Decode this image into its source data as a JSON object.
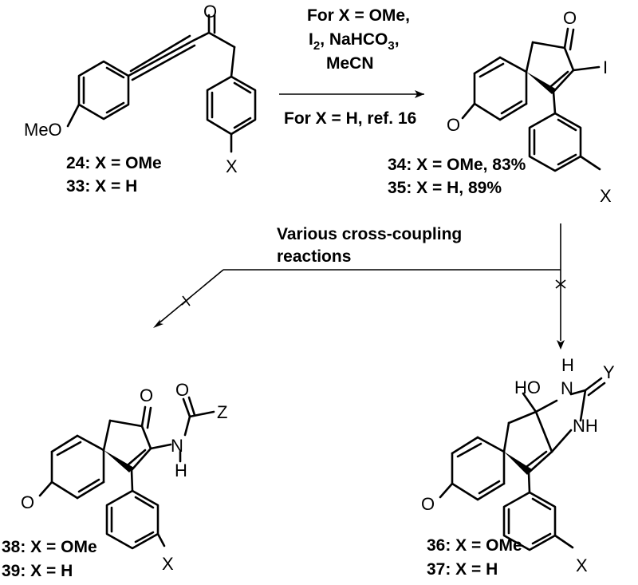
{
  "reaction_conditions": {
    "line1": "For X = OMe,",
    "line2a": "I",
    "line2b": "2",
    "line2c": ", NaHCO",
    "line2d": "3",
    "line2e": ",",
    "line3": "MeCN",
    "line4": "For X = H, ref. 16"
  },
  "cross_coupling": {
    "line1": "Various cross-coupling",
    "line2": "reactions"
  },
  "compounds": {
    "c24": {
      "num": "24",
      "desc": ": X = OMe"
    },
    "c33": {
      "num": "33",
      "desc": ": X = H"
    },
    "c34": {
      "num": "34",
      "desc": ": X = OMe, 83%"
    },
    "c35": {
      "num": "35",
      "desc": ": X = H, 89%"
    },
    "c38": {
      "num": "38",
      "desc": ": X = OMe"
    },
    "c39": {
      "num": "39",
      "desc": ": X = H"
    },
    "c36": {
      "num": "36",
      "desc": ": X = OMe"
    },
    "c37": {
      "num": "37",
      "desc": ": X = H"
    }
  },
  "atoms": {
    "O": "O",
    "I": "I",
    "X": "X",
    "MeO": "MeO",
    "HO": "HO",
    "N": "N",
    "H": "H",
    "NH": "NH",
    "Y": "Y",
    "Z": "Z"
  }
}
